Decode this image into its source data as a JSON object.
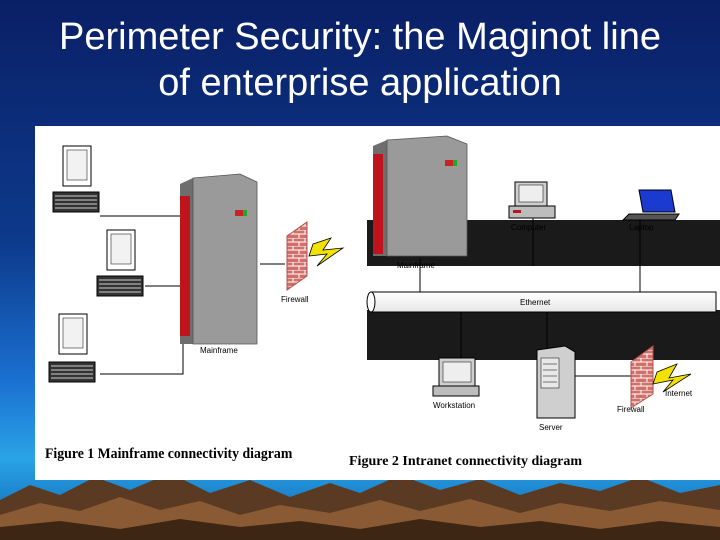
{
  "slide": {
    "title_line1": "Perimeter Security: the Maginot line",
    "title_line2": "of enterprise application"
  },
  "figure1": {
    "caption": "Figure 1 Mainframe connectivity diagram",
    "labels": {
      "mainframe": "Mainframe",
      "firewall": "Firewall"
    }
  },
  "figure2": {
    "caption": "Figure 2 Intranet connectivity diagram",
    "labels": {
      "mainframe": "Mainframe",
      "computer": "Computer",
      "laptop": "Laptop",
      "ethernet": "Ethernet",
      "workstation": "Workstation",
      "server": "Server",
      "firewall": "Firewall",
      "internet": "Internet"
    }
  },
  "colors": {
    "mainframe_red": "#c0141c",
    "mainframe_gray": "#9a9a9a",
    "brick": "#d0706a",
    "lightning": "#f2e200",
    "laptop_screen": "#1a3ad0",
    "background_dark": "#0a1f66"
  }
}
